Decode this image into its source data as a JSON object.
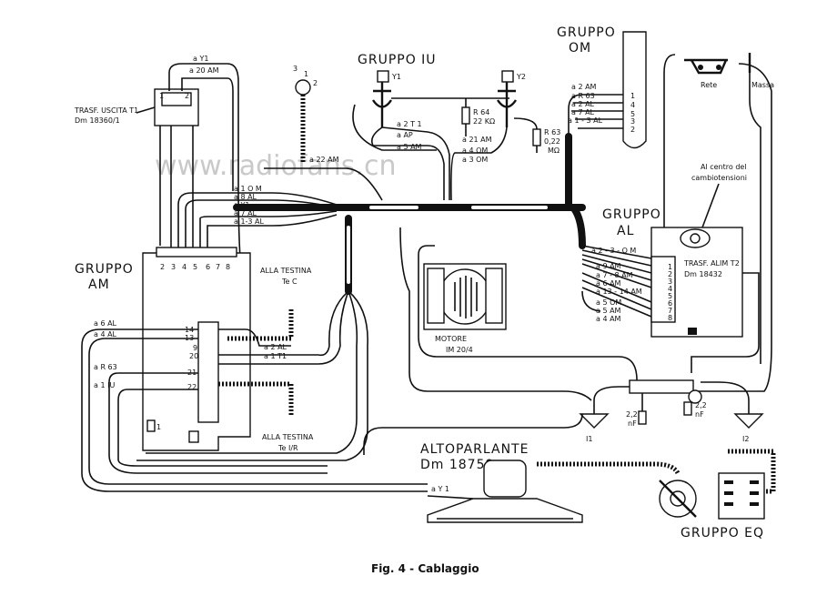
{
  "watermark": "www.radiofans.cn",
  "caption": "Fig. 4 - Cablaggio",
  "groups": {
    "iu": "GRUPPO IU",
    "om_line1": "GRUPPO",
    "om_line2": "OM",
    "al_line1": "GRUPPO",
    "al_line2": "AL",
    "am_line1": "GRUPPO",
    "am_line2": "AM",
    "eq": "GRUPPO EQ"
  },
  "trasf_uscita": {
    "line1": "TRASF. USCITA  T1",
    "line2": "Dm 18360/1",
    "pin_left": "1",
    "pin_right": "2"
  },
  "trasf_alim": {
    "line1": "TRASF. ALIM T2",
    "line2": "Dm 18432"
  },
  "motore": {
    "line1": "MOTORE",
    "line2": "IM 20/4"
  },
  "altoparlante": {
    "line1": "ALTOPARLANTE",
    "line2": "Dm 18759"
  },
  "testina_c": {
    "line1": "ALLA TESTINA",
    "line2": "Te C"
  },
  "testina_ir": {
    "line1": "ALLA TESTINA",
    "line2": "Te I/R"
  },
  "centro": {
    "line1": "Al centro del",
    "line2": "cambiotensioni"
  },
  "rete": "Rete",
  "massa": "Massa",
  "y1": "Y1",
  "y2": "Y2",
  "r64": {
    "line1": "R 64",
    "line2": "22 KΩ"
  },
  "r63": {
    "line1": "R 63",
    "line2": "0,22",
    "line3": "MΩ"
  },
  "i1": "I1",
  "i2": "I2",
  "cap1": {
    "line1": "2,2",
    "line2": "nF"
  },
  "cap2": {
    "line1": "2,2",
    "line2": "nF"
  },
  "pot_pins": [
    "3",
    "1",
    "2"
  ],
  "am_top_pins": [
    "2",
    "3",
    "4",
    "5",
    "6",
    "7",
    "8"
  ],
  "am_side_pins": [
    "14",
    "13",
    "9",
    "20",
    "21",
    "22",
    "1"
  ],
  "al_pins": [
    "1",
    "2",
    "3",
    "4",
    "5",
    "6",
    "7",
    "8"
  ],
  "om_pins": [
    "1",
    "4",
    "5",
    "3",
    "2"
  ],
  "wire_labels": {
    "top_y1": "a Y1",
    "top_20am": "a 20 AM",
    "w22am": "a 22 AM",
    "w10m": "a 1 O M",
    "w8al": "a 8 AL",
    "wy1": "a Y1",
    "w7al": "a 7 AL",
    "w13al": "a 1-3  AL",
    "iu_2t1": "a 2 T 1",
    "iu_ap": "a AP",
    "iu_5am": "a 5 AM",
    "iu_21am": "a 21 AM",
    "iu_4om": "a 4 OM",
    "iu_3om": "a 3 OM",
    "om_2am": "a 2 AM",
    "om_r63": "a R 63",
    "om_2al": "a 2 AL",
    "om_7al": "a 7 AL",
    "om_13al": "a 1 - 3 AL",
    "al_230m": "a 2 - 3 - O M",
    "al_9am": "a 9 AM",
    "al_78am": "a 7 - 8 AM",
    "al_6am": "a 6 AM",
    "al_1314am": "a 13 - 14  AM",
    "al_5om": "a 5 OM",
    "al_5am": "a 5 AM",
    "al_4am": "a 4 AM",
    "am_6al": "a 6 AL",
    "am_4al": "a 4 AL",
    "am_r63": "a R 63",
    "am_1iu": "a 1 IU",
    "am_2al": "a 2 AL",
    "am_1t1": "a 1 T1",
    "spk_y1": "a Y 1"
  }
}
